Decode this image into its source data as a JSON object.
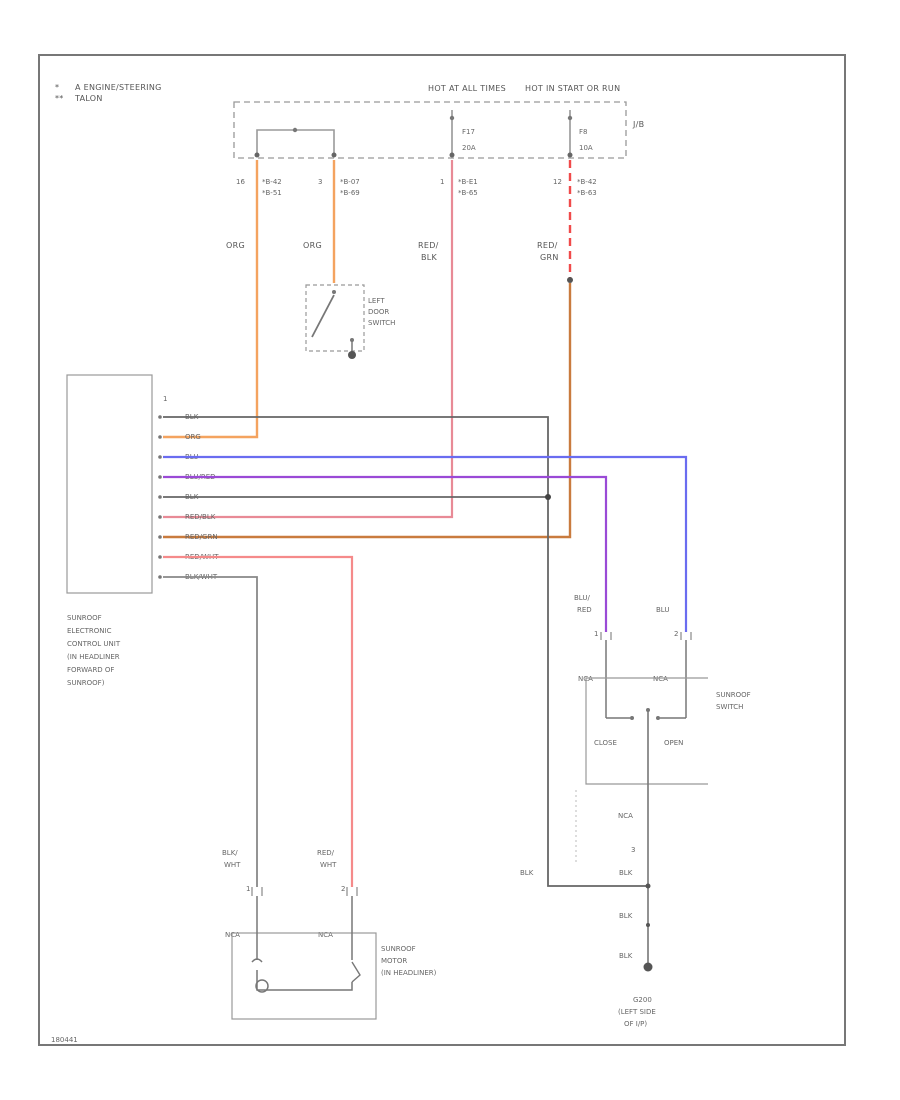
{
  "legend": {
    "line1": "A ENGINE/STEERING",
    "line2": "TALON"
  },
  "fuse_box": {
    "hot_at_all_times": "HOT AT ALL TIMES",
    "hot_in_start": "HOT IN START OR RUN",
    "jb_label": "J/B",
    "fuse1_name": "F17",
    "fuse1_rating": "20A",
    "fuse2_name": "F8",
    "fuse2_rating": "10A"
  },
  "connectors": {
    "c1_pin": "16",
    "c1_name": "*B-42",
    "c1_name2": "*B-51",
    "c2_pin": "3",
    "c2_name": "*B-07",
    "c2_name2": "*B-69",
    "c3_pin": "1",
    "c3_name": "*B-E1",
    "c3_name2": "*B-65",
    "c4_pin": "12",
    "c4_name": "*B-42",
    "c4_name2": "*B-63"
  },
  "wires": {
    "w1": "ORG",
    "w2": "ORG",
    "w3a": "RED/",
    "w3b": "BLK",
    "w4a": "RED/",
    "w4b": "GRN"
  },
  "door_switch": {
    "line1": "LEFT",
    "line2": "DOOR",
    "line3": "SWITCH"
  },
  "ecu": {
    "pin_top": "1",
    "rows": [
      "BLK",
      "ORG",
      "BLU",
      "BLU/RED",
      "BLK",
      "RED/BLK",
      "RED/GRN",
      "RED/WHT",
      "BLK/WHT"
    ],
    "desc": [
      "SUNROOF",
      "ELECTRONIC",
      "CONTROL UNIT",
      "(IN HEADLINER",
      "FORWARD OF",
      "SUNROOF)"
    ]
  },
  "sunroof_switch": {
    "wire_left_a": "BLU/",
    "wire_left_b": "RED",
    "wire_right": "BLU",
    "pin_left": "1",
    "pin_right": "2",
    "nca_left": "NCA",
    "nca_right": "NCA",
    "title1": "SUNROOF",
    "title2": "SWITCH",
    "close": "CLOSE",
    "open": "OPEN",
    "nca_bottom": "NCA",
    "pin_bottom": "3"
  },
  "ground": {
    "blk_left": "BLK",
    "blk1": "BLK",
    "blk2": "BLK",
    "blk3": "BLK",
    "line1": "G200",
    "line2": "(LEFT SIDE",
    "line3": "OF I/P)"
  },
  "motor": {
    "wire_left_a": "BLK/",
    "wire_left_b": "WHT",
    "wire_right_a": "RED/",
    "wire_right_b": "WHT",
    "pin_left": "1",
    "pin_right": "2",
    "nca_left": "NCA",
    "nca_right": "NCA",
    "line1": "SUNROOF",
    "line2": "MOTOR",
    "line3": "(IN HEADLINER)"
  },
  "footer": {
    "code": "180441"
  },
  "colors": {
    "orange": "#f4a35f",
    "pink": "#e88a96",
    "red_dashed": "#f04a4a",
    "blue": "#6a6cf0",
    "purple": "#9a4ad6",
    "brown_orange": "#c97b3e",
    "light_red": "#f58a8a",
    "black_wire": "#666666"
  }
}
